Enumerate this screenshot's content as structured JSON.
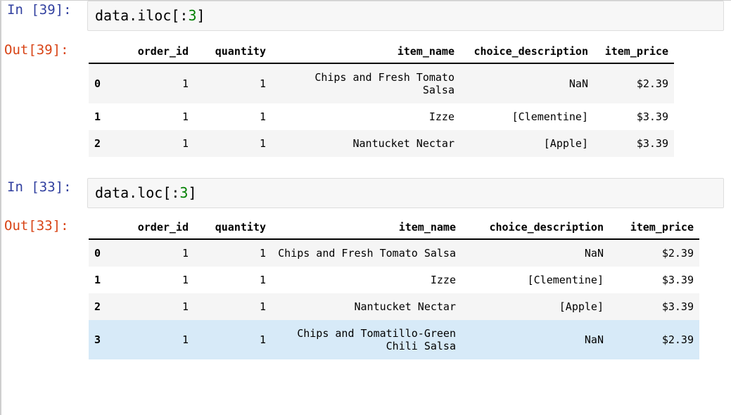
{
  "notebook": {
    "cells": [
      {
        "in_prompt": "In [39]:",
        "out_prompt": "Out[39]:",
        "code_prefix": "data.iloc[:",
        "code_number": "3",
        "code_suffix": "]",
        "table": {
          "index_header": "",
          "columns": [
            "order_id",
            "quantity",
            "item_name",
            "choice_description",
            "item_price"
          ],
          "rows": [
            {
              "index": "0",
              "order_id": "1",
              "quantity": "1",
              "item_name": "Chips and Fresh Tomato Salsa",
              "choice_description": "NaN",
              "item_price": "$2.39"
            },
            {
              "index": "1",
              "order_id": "1",
              "quantity": "1",
              "item_name": "Izze",
              "choice_description": "[Clementine]",
              "item_price": "$3.39"
            },
            {
              "index": "2",
              "order_id": "1",
              "quantity": "1",
              "item_name": "Nantucket Nectar",
              "choice_description": "[Apple]",
              "item_price": "$3.39"
            }
          ]
        }
      },
      {
        "in_prompt": "In [33]:",
        "out_prompt": "Out[33]:",
        "code_prefix": "data.loc[:",
        "code_number": "3",
        "code_suffix": "]",
        "table": {
          "index_header": "",
          "columns": [
            "order_id",
            "quantity",
            "item_name",
            "choice_description",
            "item_price"
          ],
          "rows": [
            {
              "index": "0",
              "order_id": "1",
              "quantity": "1",
              "item_name": "Chips and Fresh Tomato Salsa",
              "choice_description": "NaN",
              "item_price": "$2.39"
            },
            {
              "index": "1",
              "order_id": "1",
              "quantity": "1",
              "item_name": "Izze",
              "choice_description": "[Clementine]",
              "item_price": "$3.39"
            },
            {
              "index": "2",
              "order_id": "1",
              "quantity": "1",
              "item_name": "Nantucket Nectar",
              "choice_description": "[Apple]",
              "item_price": "$3.39"
            },
            {
              "index": "3",
              "order_id": "1",
              "quantity": "1",
              "item_name": "Chips and Tomatillo-Green Chili Salsa",
              "choice_description": "NaN",
              "item_price": "$2.39"
            }
          ]
        }
      }
    ]
  },
  "colors": {
    "in_prompt": "#303F9F",
    "out_prompt": "#D84315",
    "code_text": "#000000",
    "code_number": "#008000",
    "input_background": "#f7f7f7",
    "input_border": "#dddddd",
    "row_stripe": "#f5f5f5",
    "row_highlight": "#d7eaf8",
    "header_rule": "#000000"
  }
}
